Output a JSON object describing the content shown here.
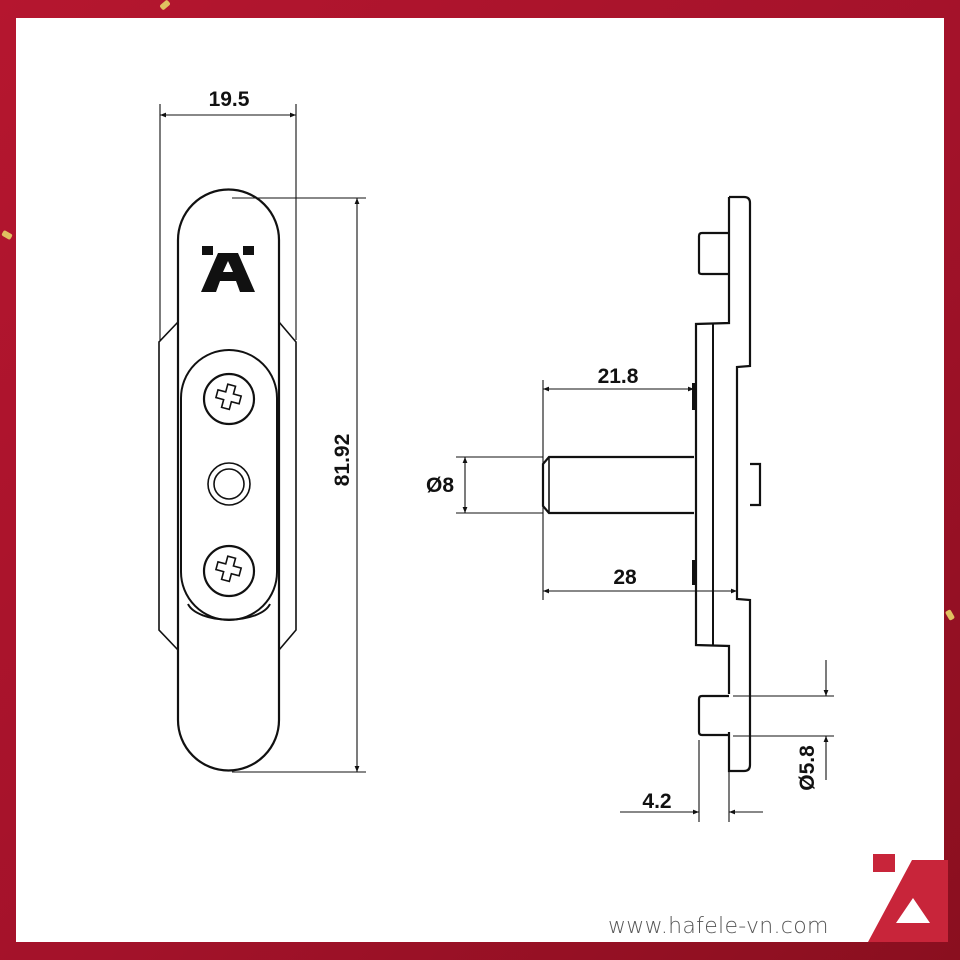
{
  "drawing": {
    "front_view": {
      "width_dim": "19.5",
      "height_dim": "81.92"
    },
    "side_view": {
      "pin_length_dim": "21.8",
      "pin_diameter_dim": "Ø8",
      "overall_length_dim": "28",
      "lug_diameter_dim": "Ø5.8",
      "lug_height_dim": "4.2"
    }
  },
  "branding": {
    "url": "www.hafele-vn.com",
    "logo": "hafele-a-logo",
    "brand_color": "#c8253a",
    "frame_color": "#b5162f"
  }
}
